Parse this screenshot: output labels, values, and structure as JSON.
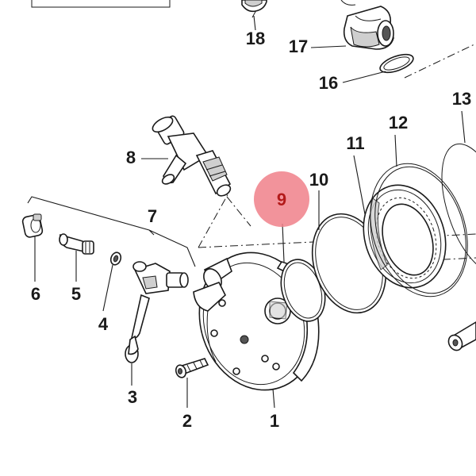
{
  "diagram": {
    "highlight_color": "#f0808a",
    "highlight_text_color": "#b31a1a",
    "highlighted": "9",
    "callouts": {
      "c1": "1",
      "c2": "2",
      "c3": "3",
      "c4": "4",
      "c5": "5",
      "c6": "6",
      "c7": "7",
      "c8": "8",
      "c9": "9",
      "c10": "10",
      "c11": "11",
      "c12": "12",
      "c13": "13",
      "c16": "16",
      "c17": "17",
      "c18": "18"
    }
  }
}
